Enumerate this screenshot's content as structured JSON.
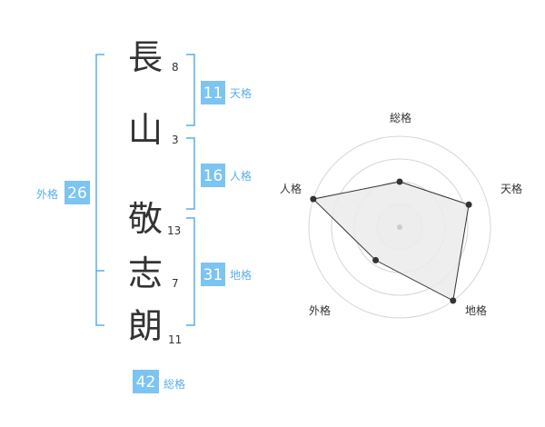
{
  "name_chars": [
    {
      "char": "長",
      "strokes": "8"
    },
    {
      "char": "山",
      "strokes": "3"
    },
    {
      "char": "敬",
      "strokes": "13"
    },
    {
      "char": "志",
      "strokes": "7"
    },
    {
      "char": "朗",
      "strokes": "11"
    }
  ],
  "fortunes": {
    "tenkaku": {
      "value": "11",
      "label": "天格"
    },
    "jinkaku": {
      "value": "16",
      "label": "人格"
    },
    "chikaku": {
      "value": "31",
      "label": "地格"
    },
    "gaikaku": {
      "value": "26",
      "label": "外格"
    },
    "soukaku": {
      "value": "42",
      "label": "総格"
    }
  },
  "colors": {
    "accent": "#5aaee8",
    "box_fill": "#7cc4f2",
    "radar_fill": "#ebebeb",
    "ring_stroke": "#d6d6d6",
    "text": "#333333"
  },
  "chart_data": {
    "type": "radar",
    "axes": [
      "総格",
      "天格",
      "地格",
      "外格",
      "人格"
    ],
    "values": [
      0.5,
      0.8,
      1.0,
      0.45,
      1.0
    ],
    "range": [
      0,
      1
    ],
    "rings": 4
  }
}
